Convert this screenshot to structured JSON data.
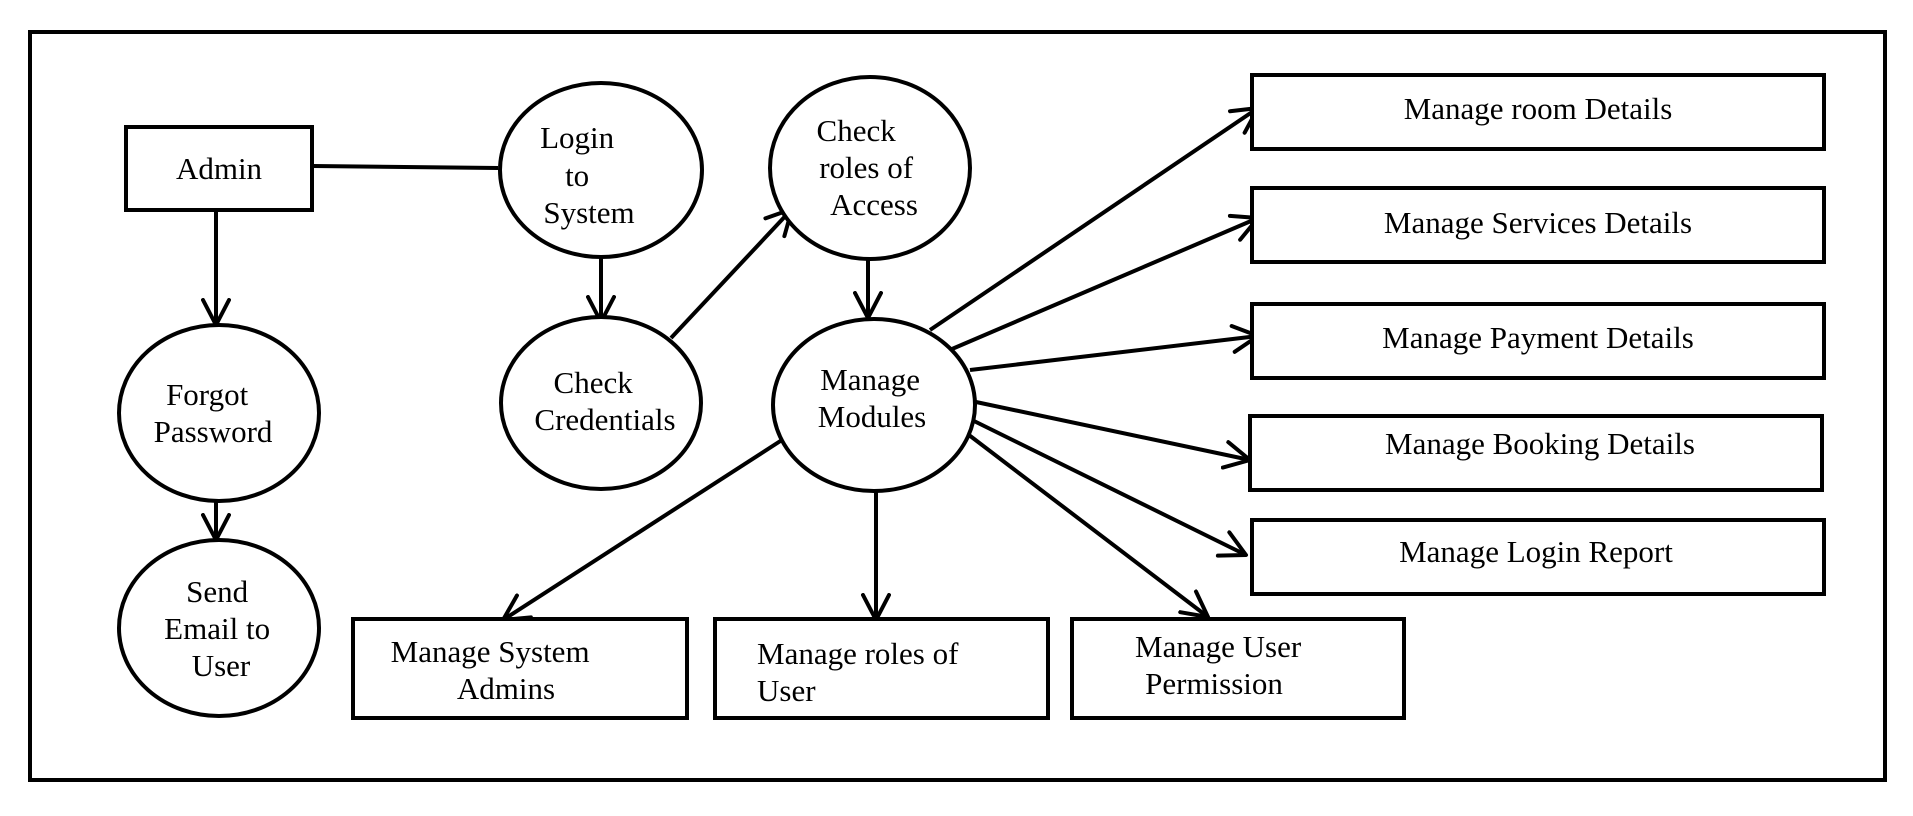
{
  "nodes": {
    "admin": {
      "lines": [
        "Admin"
      ]
    },
    "login": {
      "lines": [
        "Login",
        "to",
        "System"
      ]
    },
    "check_roles": {
      "lines": [
        "Check",
        "roles of",
        "Access"
      ]
    },
    "forgot": {
      "lines": [
        "Forgot",
        "Password"
      ]
    },
    "send_email": {
      "lines": [
        "Send",
        "Email to",
        "User"
      ]
    },
    "check_credentials": {
      "lines": [
        "Check",
        "Credentials"
      ]
    },
    "manage_modules": {
      "lines": [
        "Manage",
        "Modules"
      ]
    },
    "room": {
      "lines": [
        "Manage room Details"
      ]
    },
    "services": {
      "lines": [
        "Manage Services Details"
      ]
    },
    "payment": {
      "lines": [
        "Manage Payment Details"
      ]
    },
    "booking": {
      "lines": [
        "Manage Booking Details"
      ]
    },
    "login_report": {
      "lines": [
        "Manage Login Report"
      ]
    },
    "system_admins": {
      "lines": [
        "Manage System",
        "Admins"
      ]
    },
    "roles_user": {
      "lines": [
        "Manage roles of",
        "User"
      ]
    },
    "user_permission": {
      "lines": [
        "Manage User",
        "Permission"
      ]
    }
  }
}
